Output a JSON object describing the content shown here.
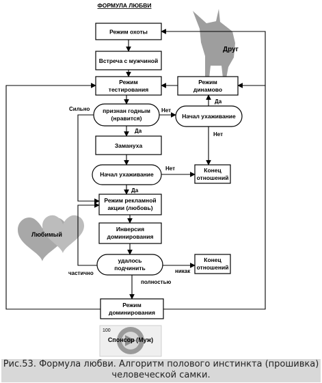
{
  "title": "ФОРМУЛА ЛЮБВИ",
  "nodes": [
    {
      "id": "hunt",
      "lines": [
        "Режим охоты"
      ]
    },
    {
      "id": "meet",
      "lines": [
        "Встреча с мужчиной"
      ]
    },
    {
      "id": "test",
      "lines": [
        "Режим",
        "тестирования"
      ]
    },
    {
      "id": "dinamo",
      "lines": [
        "Режим",
        "динамово"
      ]
    },
    {
      "id": "fit",
      "lines": [
        "признан годным",
        "(нравится)"
      ]
    },
    {
      "id": "court1",
      "lines": [
        "Начал ухаживание"
      ]
    },
    {
      "id": "lure",
      "lines": [
        "Замануха"
      ]
    },
    {
      "id": "court2",
      "lines": [
        "Начал ухаживание"
      ]
    },
    {
      "id": "end1",
      "lines": [
        "Конец",
        "отношений"
      ]
    },
    {
      "id": "promo",
      "lines": [
        "Режим рекламной",
        "акции (любовь)"
      ]
    },
    {
      "id": "inversion",
      "lines": [
        "Инверсия",
        "доминирования"
      ]
    },
    {
      "id": "subdue",
      "lines": [
        "удалось",
        "подчинить"
      ]
    },
    {
      "id": "end2",
      "lines": [
        "Конец",
        "отношений"
      ]
    },
    {
      "id": "dominate",
      "lines": [
        "Режим",
        "доминирования"
      ]
    }
  ],
  "edge_labels": {
    "strongly": "Сильно",
    "no1": "Нет",
    "yes1": "Да",
    "no2": "Нет",
    "yes2": "Да",
    "no3": "Нет",
    "yes3": "Да",
    "partially": "частично",
    "never": "никак",
    "fully": "полностью"
  },
  "annotations": {
    "friend": "Друг",
    "beloved": "Любимый",
    "sponsor": "Спонсор (Муж)",
    "badge": "100"
  },
  "caption": "Рис.53. Формула любви. Алгоритм полового инстинкта (прошивка) человеческой самки."
}
